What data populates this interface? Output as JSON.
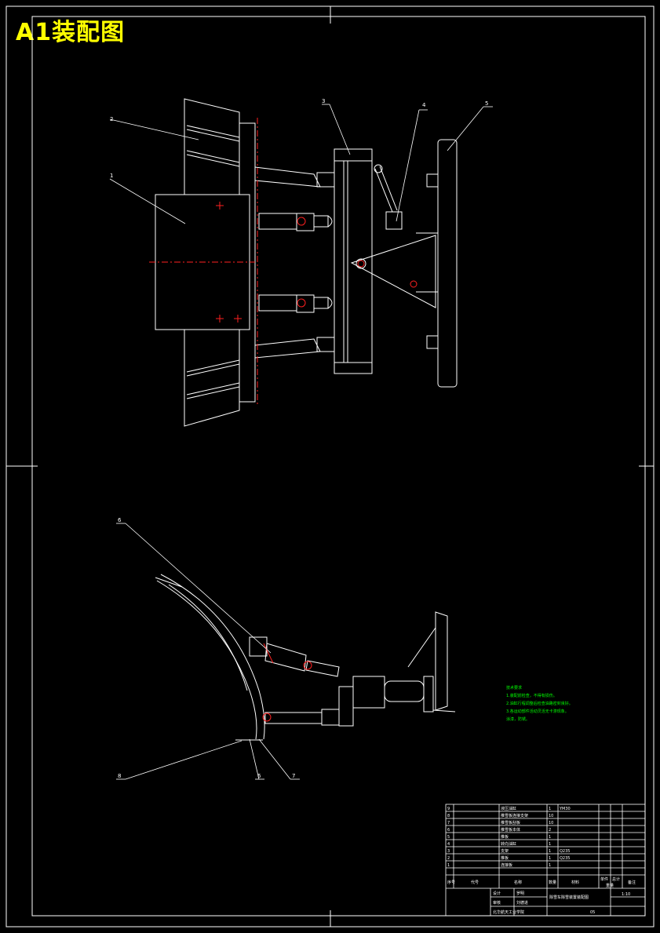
{
  "title": "A1装配图",
  "balloons": {
    "b1": "1",
    "b2": "2",
    "b3": "3",
    "b4": "4",
    "b5": "5",
    "b6a": "6",
    "b6b": "6",
    "b7": "7",
    "b8": "8"
  },
  "notes": {
    "heading": "技术要求",
    "line1": "1.装配前检查，不得有损伤。",
    "line2": "2.油缸行程调整后检查油路密封良好。",
    "line3": "3.各运动部件活动灵活无卡滞现象。",
    "line4": "涂漆，防锈。"
  },
  "title_block": {
    "rows": [
      {
        "no": "9",
        "name": "液压油缸",
        "qty": "1",
        "mat": "YM30"
      },
      {
        "no": "8",
        "name": "推雪板连接支架",
        "qty": "10",
        "mat": ""
      },
      {
        "no": "7",
        "name": "推雪板刮板",
        "qty": "10",
        "mat": ""
      },
      {
        "no": "6",
        "name": "推雪板本体",
        "qty": "2",
        "mat": ""
      },
      {
        "no": "5",
        "name": "推板",
        "qty": "1",
        "mat": ""
      },
      {
        "no": "4",
        "name": "转向油缸",
        "qty": "1",
        "mat": ""
      },
      {
        "no": "3",
        "name": "支架",
        "qty": "1",
        "mat": "Q235"
      },
      {
        "no": "2",
        "name": "推板",
        "qty": "1",
        "mat": "Q235"
      },
      {
        "no": "1",
        "name": "连接板",
        "qty": "1",
        "mat": ""
      }
    ],
    "header": {
      "no": "序号",
      "code": "代号",
      "name": "名称",
      "qty": "数量",
      "mat": "材料",
      "single": "单件",
      "total": "总计",
      "weight": "重量",
      "remark": "备注"
    },
    "design_label": "设计",
    "design_name": "罗明",
    "check_label": "审核",
    "check_name": "刘德进",
    "drawing_title": "除雪车除雪装置装配图",
    "scale": "1:10",
    "school": "北华航天工业学院",
    "sheet": "05"
  }
}
